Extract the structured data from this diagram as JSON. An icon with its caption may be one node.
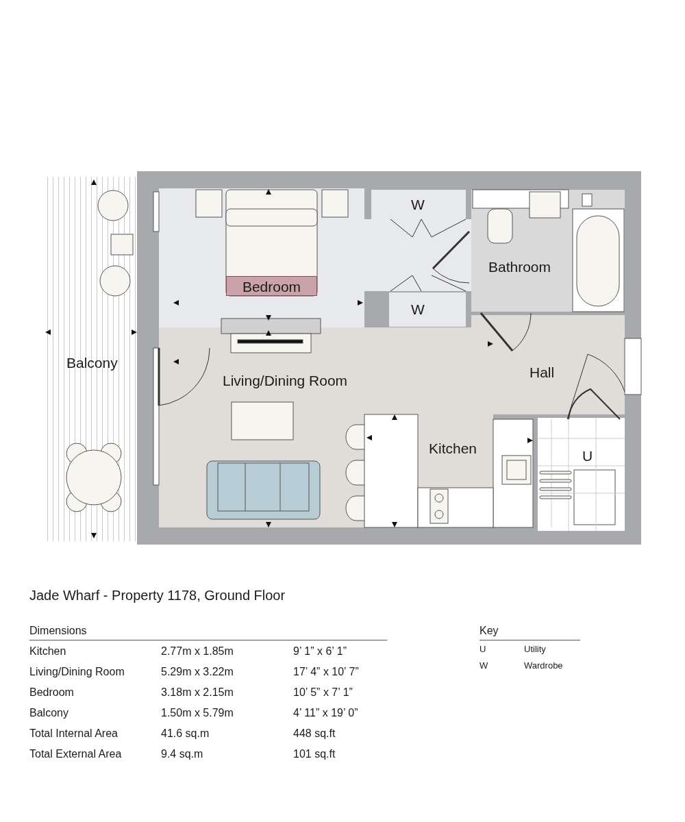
{
  "diagram": {
    "title": "Jade Wharf - Property 1178, Ground Floor",
    "nodes": [
      {
        "text": [
          "Bedroom"
        ]
      },
      {
        "text": [
          "W"
        ]
      },
      {
        "text": [
          "Bathroom"
        ]
      },
      {
        "text": [
          "W"
        ]
      },
      {
        "text": [
          "Balcony"
        ]
      },
      {
        "text": [
          "Living/Dining Room"
        ]
      },
      {
        "text": [
          "Hall"
        ]
      },
      {
        "text": [
          "Kitchen"
        ]
      },
      {
        "text": [
          "U"
        ]
      }
    ],
    "labels": [
      "Dimensions",
      "Kitchen",
      "2.77m x 1.85m",
      "9’ 1” x 6’ 1”",
      "Living/Dining Room",
      "5.29m x 3.22m",
      "17’ 4” x 10’ 7”",
      "Bedroom",
      "3.18m x 2.15m",
      "10’ 5” x 7’ 1”",
      "Balcony",
      "1.50m x 5.79m",
      "4’ 11” x 19’ 0”",
      "Total Internal Area",
      "41.6 sq.m",
      "448 sq.ft",
      "Total External Area",
      "9.4 sq.m",
      "101 sq.ft",
      "Key",
      "U",
      "Utility",
      "W",
      "Wardrobe"
    ]
  }
}
